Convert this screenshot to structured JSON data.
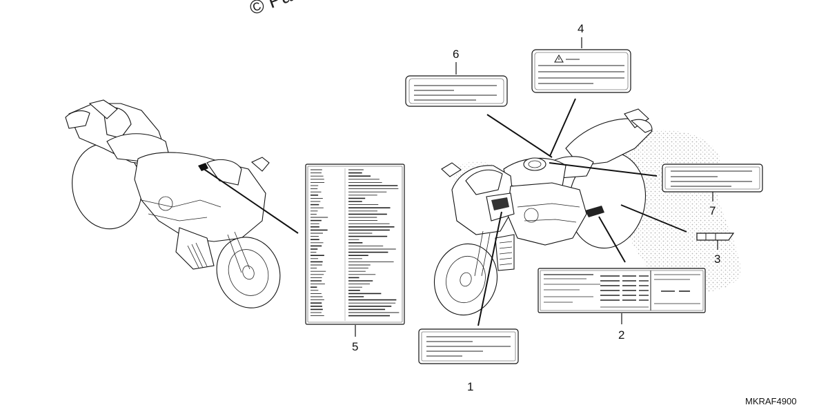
{
  "watermark": "© Par",
  "diagram_code": "MKRAF4900",
  "callouts": [
    {
      "id": "1",
      "text": "1"
    },
    {
      "id": "2",
      "text": "2"
    },
    {
      "id": "3",
      "text": "3"
    },
    {
      "id": "4",
      "text": "4"
    },
    {
      "id": "5",
      "text": "5"
    },
    {
      "id": "6",
      "text": "6"
    },
    {
      "id": "7",
      "text": "7"
    }
  ],
  "colors": {
    "line": "#111111",
    "background": "#ffffff",
    "dots": "#9a9a9a"
  }
}
